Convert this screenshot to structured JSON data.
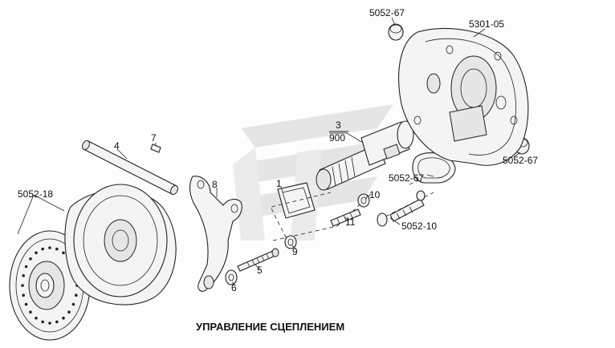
{
  "title": "УПРАВЛЕНИЕ СЦЕПЛЕНИЕМ",
  "callouts": {
    "c1": "1",
    "c3_num": "3",
    "c3_den": "900",
    "c4": "4",
    "c5": "5",
    "c6": "6",
    "c7": "7",
    "c8": "8",
    "c9": "9",
    "c10": "10",
    "c11": "11",
    "c5052_67_top": "5052-67",
    "c5301_05": "5301-05",
    "c5052_67_right": "5052-67",
    "c5052_67_mid": "5052-67",
    "c5052_10": "5052-10",
    "c5052_18": "5052-18"
  },
  "colors": {
    "line": "#222222",
    "watermark": "#cfcfcf"
  },
  "icons": {
    "watermark": "brand-logo-watermark"
  }
}
